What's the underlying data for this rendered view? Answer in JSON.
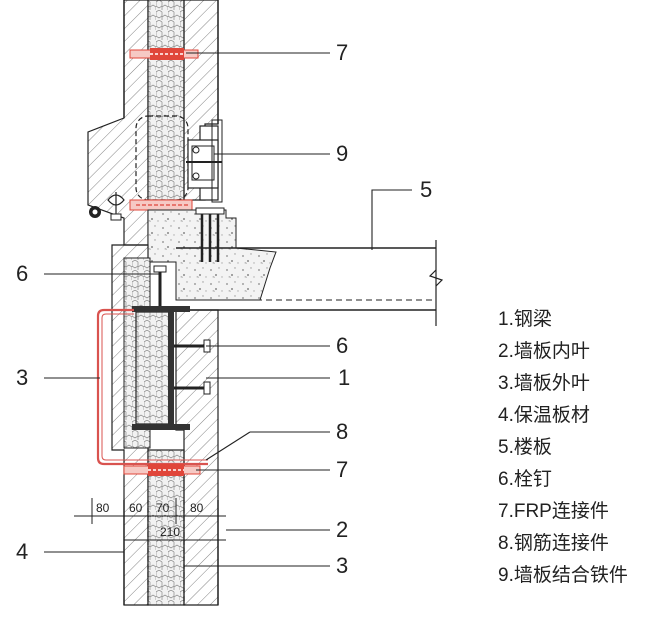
{
  "callouts": {
    "c7_top": "7",
    "c9": "9",
    "c5": "5",
    "c6_left": "6",
    "c6_right": "6",
    "c3_left": "3",
    "c1": "1",
    "c8": "8",
    "c7_bottom": "7",
    "c2": "2",
    "c4": "4",
    "c3_bottom": "3"
  },
  "dimensions": {
    "d1": "80",
    "d2": "60",
    "d3": "70",
    "d4": "80",
    "total": "210"
  },
  "legend": [
    "1.钢梁",
    "2.墙板内叶",
    "3.墙板外叶",
    "4.保温板材",
    "5.楼板",
    "6.栓钉",
    "7.FRP连接件",
    "8.钢筋连接件",
    "9.墙板结合铁件"
  ],
  "colors": {
    "line": "#222222",
    "connector_red": "#e0463a",
    "rebar_red": "#d9534f",
    "hatch": "#555555",
    "fill_light": "#f4f4f4"
  }
}
